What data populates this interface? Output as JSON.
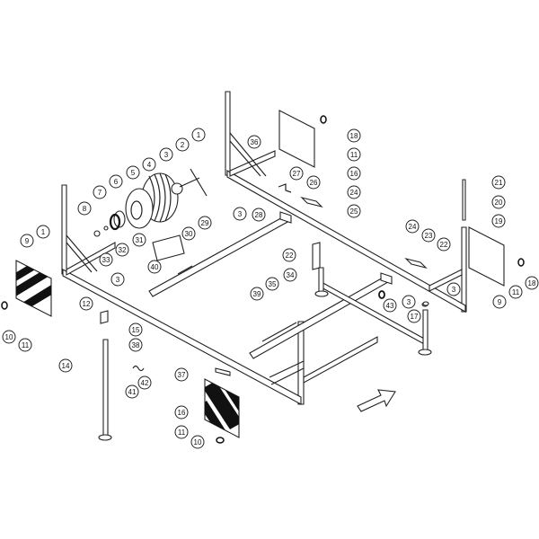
{
  "diagram": {
    "title": "Trailer frame exploded parts diagram",
    "callouts": [
      "1",
      "2",
      "3",
      "4",
      "5",
      "6",
      "7",
      "8",
      "36",
      "27",
      "3",
      "28",
      "29",
      "30",
      "31",
      "32",
      "33",
      "40",
      "22",
      "34",
      "35",
      "3",
      "18",
      "11",
      "16",
      "26",
      "24",
      "25",
      "21",
      "20",
      "19",
      "24",
      "23",
      "22",
      "3",
      "3",
      "17",
      "43",
      "9",
      "11",
      "18",
      "39",
      "9",
      "1",
      "12",
      "15",
      "38",
      "14",
      "41",
      "42",
      "37",
      "16",
      "11",
      "10",
      "10",
      "11"
    ],
    "colors": {
      "line": "#222222",
      "background": "#ffffff"
    }
  }
}
